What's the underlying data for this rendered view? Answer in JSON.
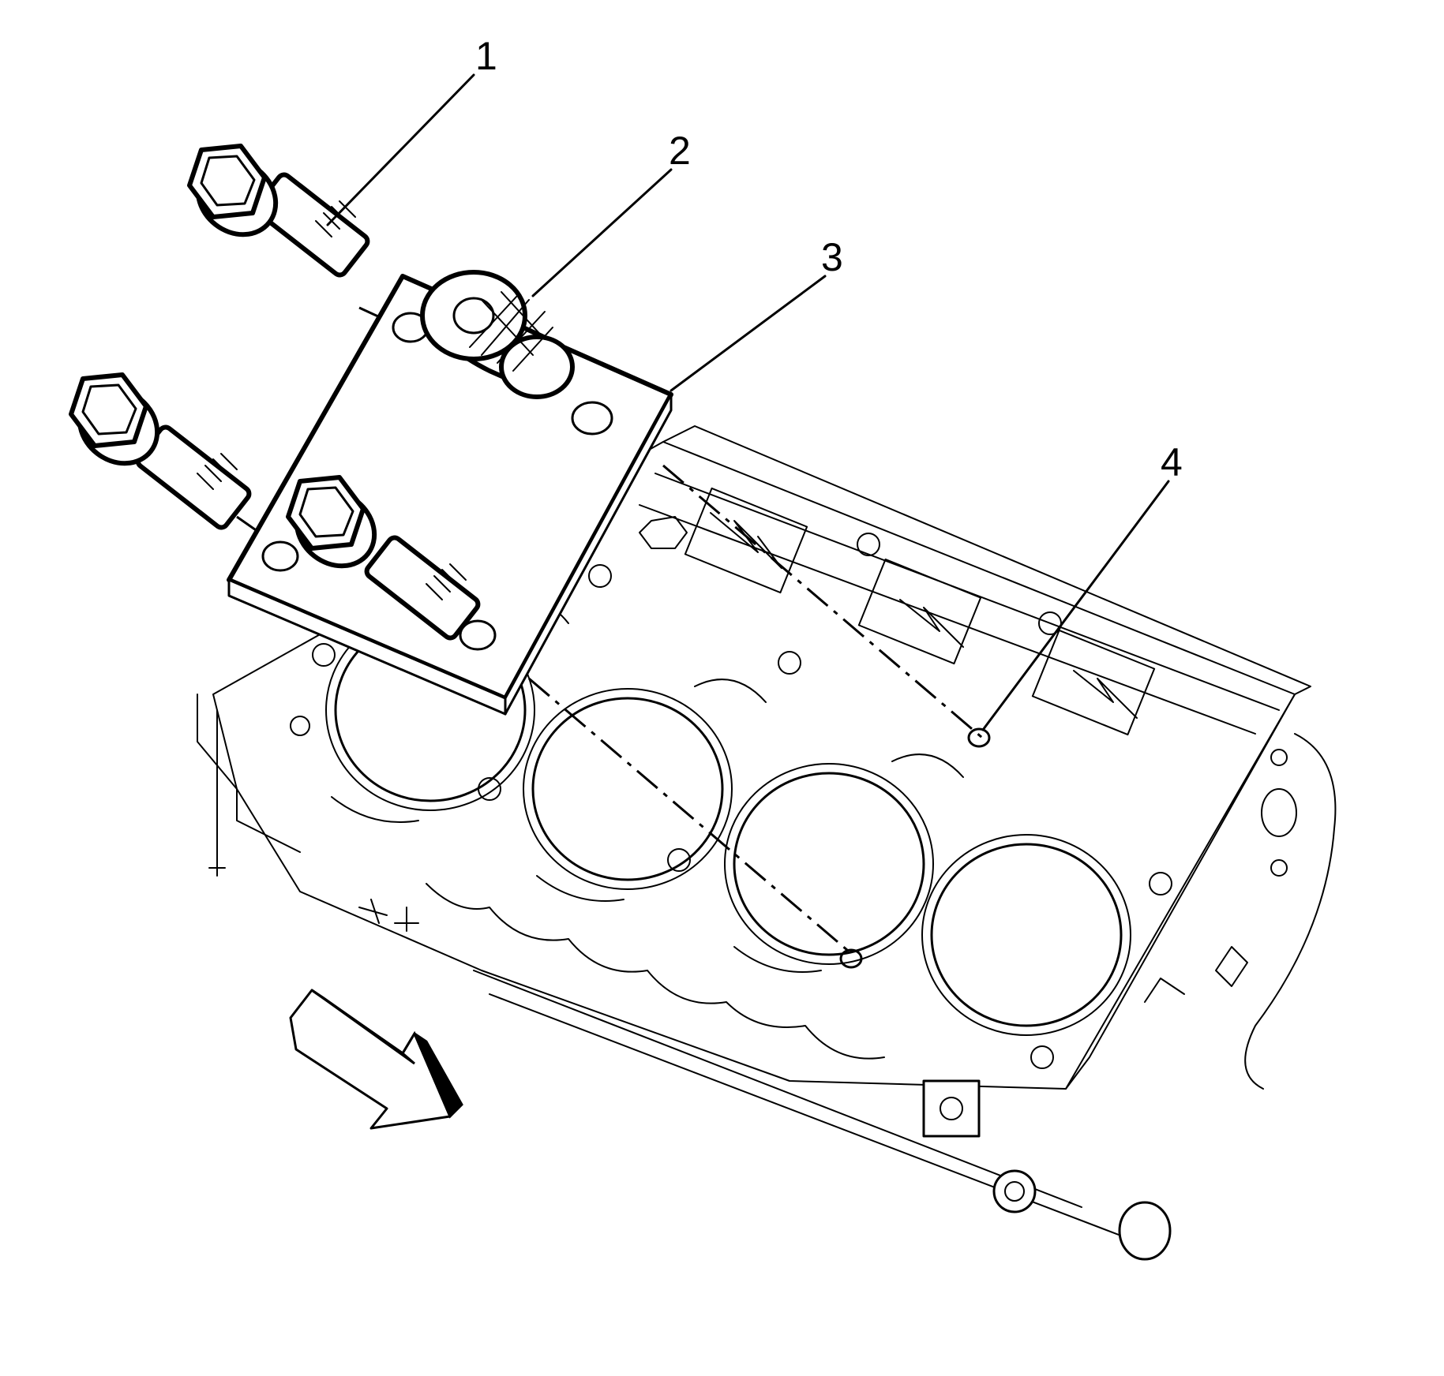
{
  "diagram": {
    "callouts": [
      {
        "id": "1",
        "label": "1"
      },
      {
        "id": "2",
        "label": "2"
      },
      {
        "id": "3",
        "label": "3"
      },
      {
        "id": "4",
        "label": "4"
      }
    ],
    "icons": [
      "bolt-icon",
      "bushing-icon",
      "plate-icon",
      "dowel-hole-icon",
      "direction-arrow-icon"
    ]
  }
}
